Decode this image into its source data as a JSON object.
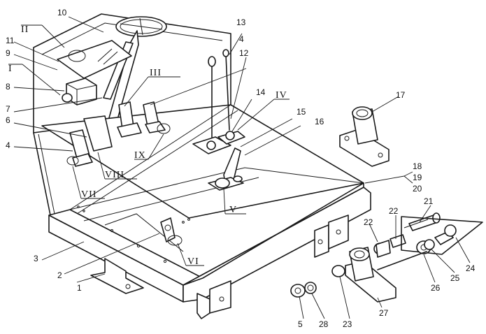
{
  "part_numbers": [
    "1",
    "2",
    "3",
    "4",
    "4",
    "5",
    "6",
    "7",
    "8",
    "9",
    "10",
    "11",
    "12",
    "13",
    "14",
    "15",
    "16",
    "17",
    "18",
    "19",
    "20",
    "21",
    "22",
    "22",
    "23",
    "24",
    "25",
    "26",
    "27",
    "28"
  ],
  "view_labels": [
    "I",
    "II",
    "III",
    "IV",
    "V",
    "VI",
    "VII",
    "VIII",
    "IX"
  ],
  "line_color": "#1a1a1a",
  "background": "#ffffff"
}
